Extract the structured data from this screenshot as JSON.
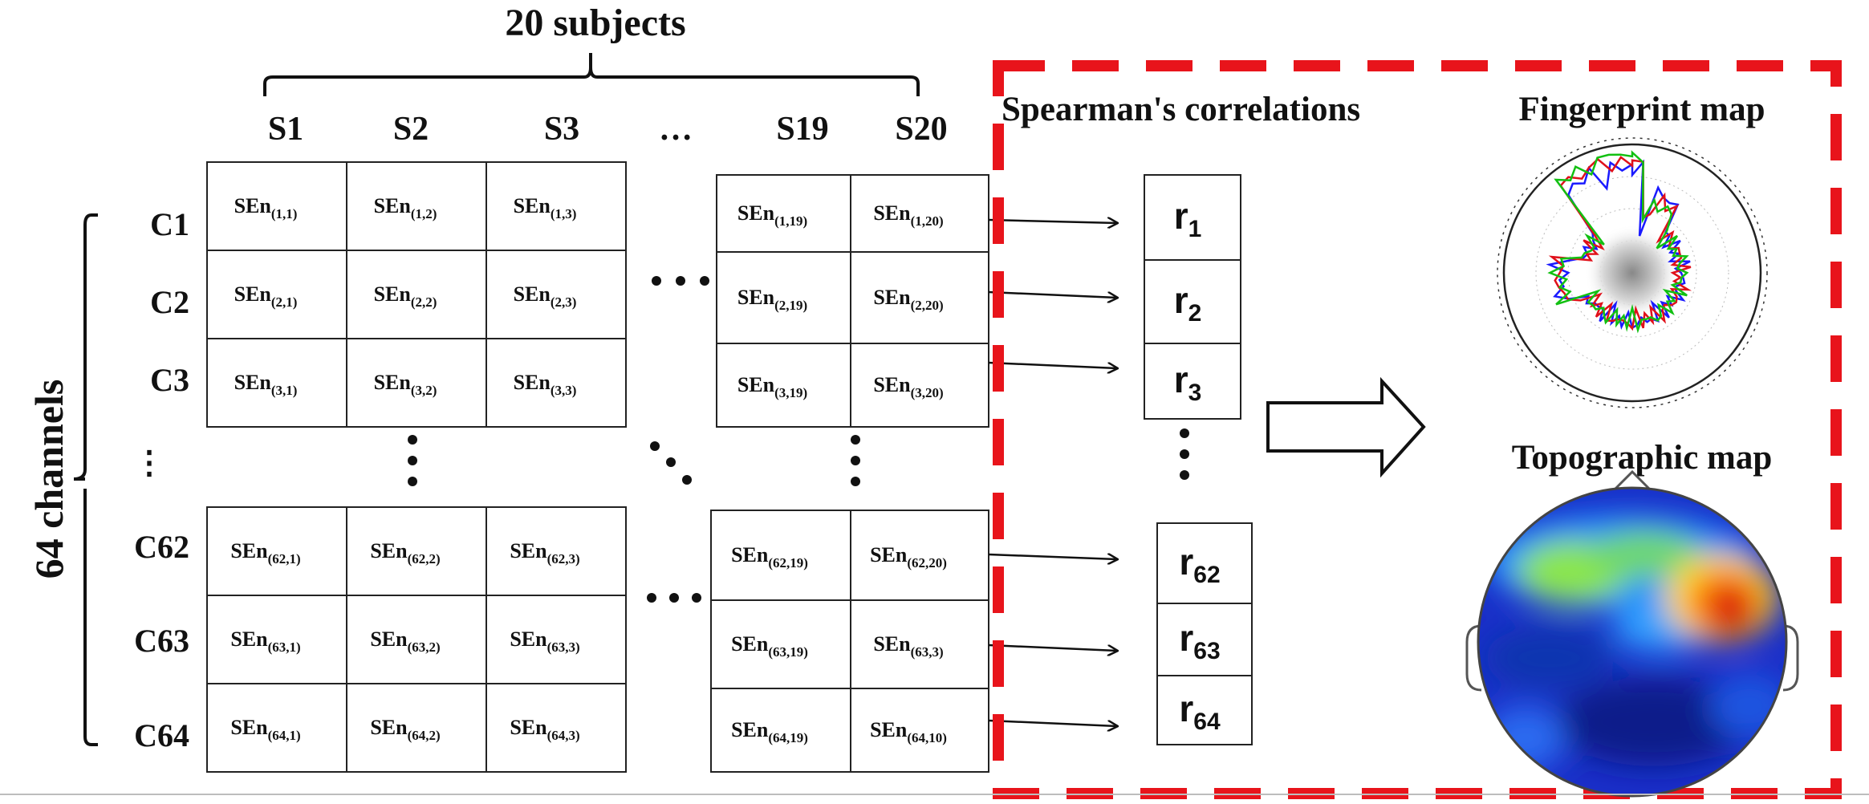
{
  "diagram": {
    "subjects_title": "20 subjects",
    "channels_title": "64 channels",
    "subject_headers": [
      "S1",
      "S2",
      "S3",
      "…",
      "S19",
      "S20"
    ],
    "channel_labels": [
      "C1",
      "C2",
      "C3",
      "⋮",
      "C62",
      "C63",
      "C64"
    ],
    "section_titles": {
      "correlations": "Spearman's correlations",
      "fingerprint": "Fingerprint map",
      "topographic": "Topographic map"
    },
    "cells": {
      "top_left": [
        [
          "SEn",
          "(1,1)",
          "SEn",
          "(1,2)",
          "SEn",
          "(1,3)"
        ],
        [
          "SEn",
          "(2,1)",
          "SEn",
          "(2,2)",
          "SEn",
          "(2,3)"
        ],
        [
          "SEn",
          "(3,1)",
          "SEn",
          "(3,2)",
          "SEn",
          "(3,3)"
        ]
      ],
      "top_right": [
        [
          "SEn",
          "(1,19)",
          "SEn",
          "(1,20)"
        ],
        [
          "SEn",
          "(2,19)",
          "SEn",
          "(2,20)"
        ],
        [
          "SEn",
          "(3,19)",
          "SEn",
          "(3,20)"
        ]
      ],
      "bottom_left": [
        [
          "SEn",
          "(62,1)",
          "SEn",
          "(62,2)",
          "SEn",
          "(62,3)"
        ],
        [
          "SEn",
          "(63,1)",
          "SEn",
          "(63,2)",
          "SEn",
          "(63,3)"
        ],
        [
          "SEn",
          "(64,1)",
          "SEn",
          "(64,2)",
          "SEn",
          "(64,3)"
        ]
      ],
      "bottom_right": [
        [
          "SEn",
          "(62,19)",
          "SEn",
          "(62,20)"
        ],
        [
          "SEn",
          "(63,19)",
          "SEn",
          "(63,3)"
        ],
        [
          "SEn",
          "(64,19)",
          "SEn",
          "(64,10)"
        ]
      ]
    },
    "correlations_top": [
      {
        "base": "r",
        "sub": "1"
      },
      {
        "base": "r",
        "sub": "2"
      },
      {
        "base": "r",
        "sub": "3"
      }
    ],
    "correlations_bottom": [
      {
        "base": "r",
        "sub": "62"
      },
      {
        "base": "r",
        "sub": "63"
      },
      {
        "base": "r",
        "sub": "64"
      }
    ],
    "colors": {
      "dashed_box": "#e8141b",
      "fingerprint_series": [
        "#1a1aff",
        "#e0101a",
        "#12c012"
      ]
    }
  }
}
